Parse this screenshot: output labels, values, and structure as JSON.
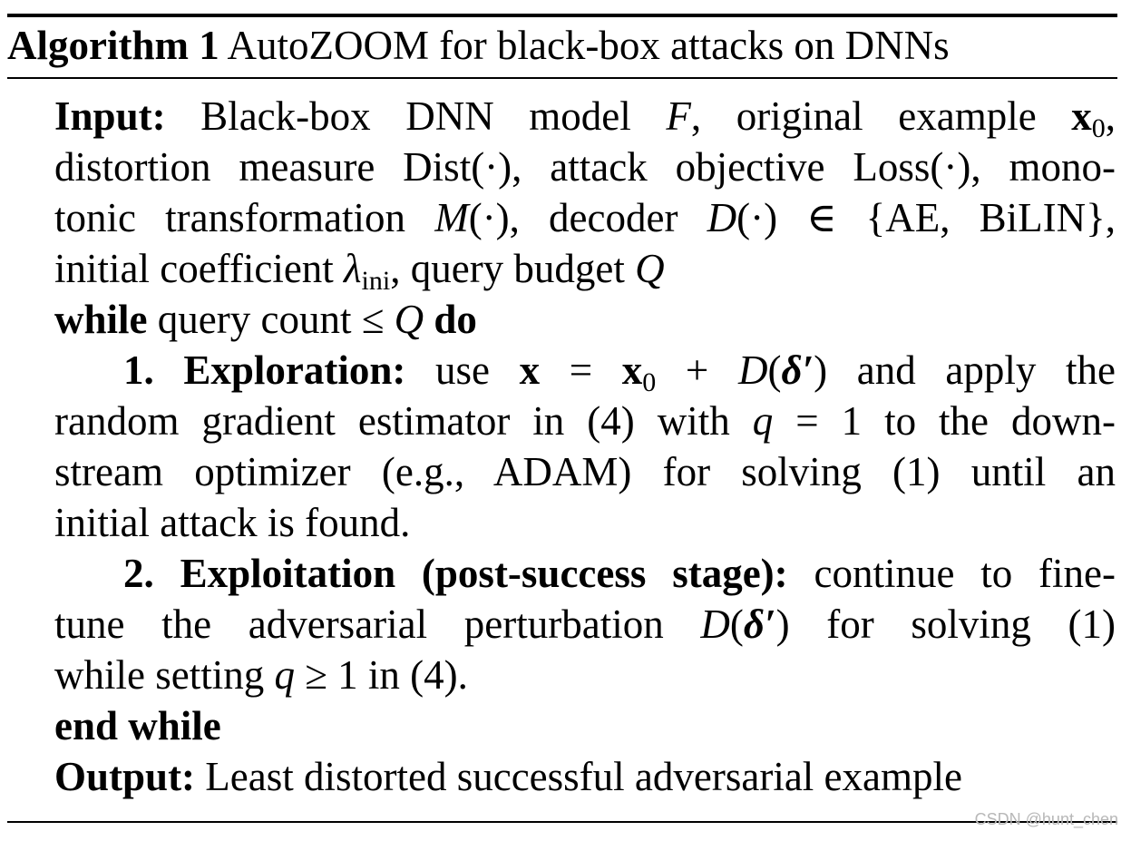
{
  "algorithm": {
    "label": "Algorithm 1",
    "title": "AutoZOOM for black-box attacks on DNNs"
  },
  "input": {
    "keyword": "Input:",
    "l1_a": "Black-box DNN model ",
    "l1_F": "F",
    "l1_b": ", original example ",
    "l1_x": "x",
    "l1_x_sub": "0",
    "l1_c": ",",
    "l2": "distortion measure Dist(·), attack objective Loss(·), mono-",
    "l3_a": "tonic transformation ",
    "l3_M": "M",
    "l3_b": "(·), decoder ",
    "l3_D": "D",
    "l3_c": "(·) ∈ {AE, BiLIN},",
    "l4_a": "initial coefficient ",
    "l4_lambda": "λ",
    "l4_lambda_sub": "ini",
    "l4_b": ", query budget ",
    "l4_Q": "Q"
  },
  "while_line": {
    "keyword_while": "while",
    "text_a": " query count ≤ ",
    "Q": "Q",
    "keyword_do": " do"
  },
  "step1": {
    "keyword": "1. Exploration:",
    "l1_a": " use ",
    "l1_x": "x",
    "l1_eq": " = ",
    "l1_x0": "x",
    "l1_x0_sub": "0",
    "l1_plus": " + ",
    "l1_D": "D",
    "l1_paren_open": "(",
    "l1_delta": "δ′",
    "l1_paren_close": ")",
    "l1_b": " and apply the",
    "l2_a": "random gradient estimator in (4) with ",
    "l2_q": "q",
    "l2_b": " = 1 to the down-",
    "l3": "stream optimizer (e.g., ADAM) for solving (1) until an",
    "l4": "initial attack is found."
  },
  "step2": {
    "keyword": "2. Exploitation (post-success stage):",
    "l1_b": " continue to fine-",
    "l2_a": "tune the adversarial perturbation ",
    "l2_D": "D",
    "l2_paren_open": "(",
    "l2_delta": "δ′",
    "l2_paren_close": ")",
    "l2_b": " for solving (1)",
    "l3_a": "while setting ",
    "l3_q": "q",
    "l3_b": " ≥ 1 in (4)."
  },
  "end_while": "end while",
  "output": {
    "keyword": "Output:",
    "text": " Least distorted successful adversarial example"
  },
  "watermark": "CSDN @hunt_chen"
}
